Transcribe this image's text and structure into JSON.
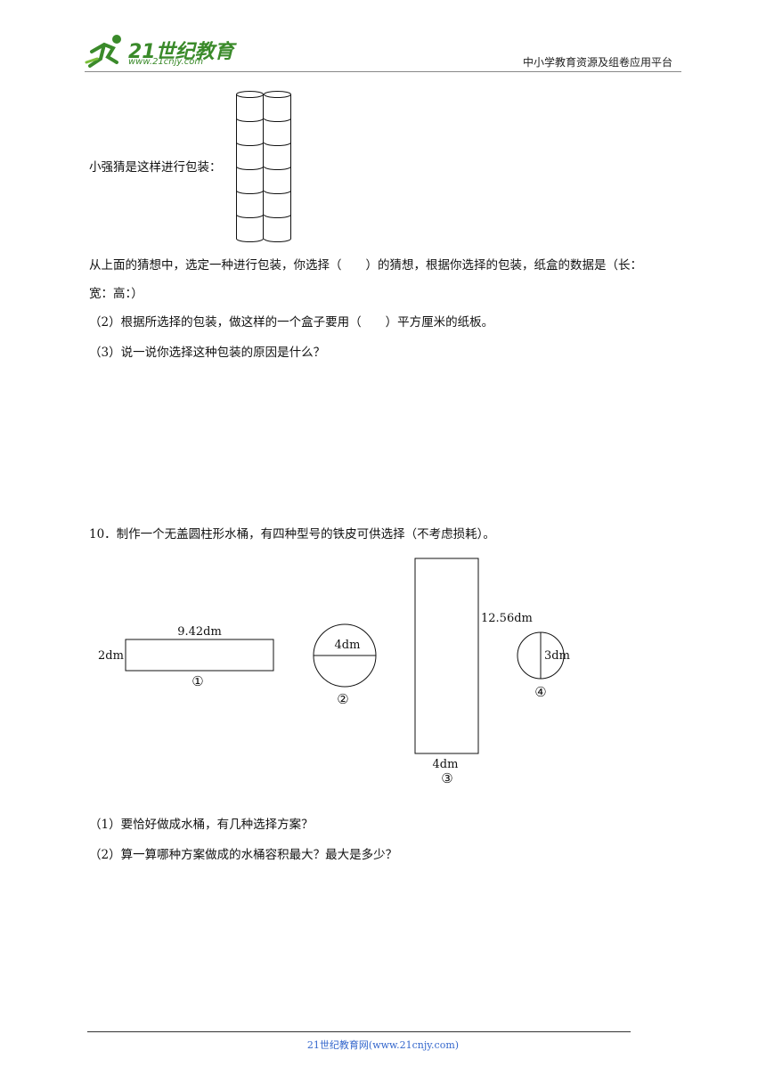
{
  "header": {
    "logo_name": "21世纪教育",
    "logo_url": "www.21cnjy.com",
    "right_text": "中小学教育资源及组卷应用平台"
  },
  "q9": {
    "guess_label": "小强猜是这样进行包装：",
    "choice_line1": "从上面的猜想中，选定一种进行包装，你选择（　　）的猜想，根据你选择的包装，纸盒的数据是（长：",
    "choice_line2": "宽：高：）",
    "part2": "（2）根据所选择的包装，做这样的一个盒子要用（　　）平方厘米的纸板。",
    "part3": "（3）说一说你选择这种包装的原因是什么？"
  },
  "q10": {
    "stem": "10．制作一个无盖圆柱形水桶，有四种型号的铁皮可供选择（不考虑损耗）。",
    "sheets": {
      "s1_width": "9.42dm",
      "s1_height": "2dm",
      "s1_num": "①",
      "s2_diameter": "4dm",
      "s2_num": "②",
      "s3_height": "12.56dm",
      "s3_width": "4dm",
      "s3_num": "③",
      "s4_diameter": "3dm",
      "s4_num": "④"
    },
    "part1": "（1）要恰好做成水桶，有几种选择方案？",
    "part2": "（2）算一算哪种方案做成的水桶容积最大？最大是多少？"
  },
  "footer": {
    "text": "21世纪教育网(www.21cnjy.com)"
  }
}
